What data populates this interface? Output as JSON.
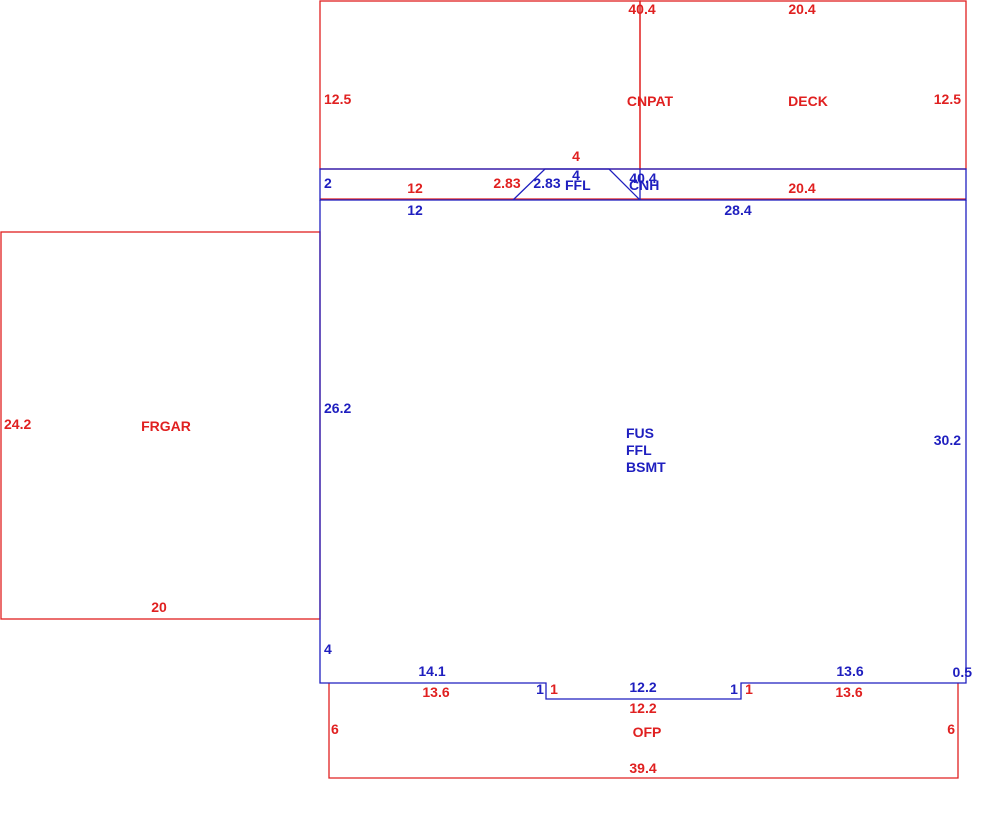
{
  "colors": {
    "red": "#e02020",
    "blue": "#1f1fbf"
  },
  "areas": {
    "cnpat": "CNPAT",
    "deck": "DECK",
    "frgar": "FRGAR",
    "ofp": "OFP",
    "main_line1": "FUS",
    "main_line2": "FFL",
    "main_line3": "BSMT",
    "bay_ffl": "FFL",
    "bay_cnh": "CNH"
  },
  "dimensions": {
    "cnpat_top": "40.4",
    "deck_top": "20.4",
    "cnpat_left": "12.5",
    "deck_right": "12.5",
    "bay_top": "4",
    "bay_top_blue": "4",
    "strip_left": "2",
    "strip_left_segment": "12",
    "bay_slant_left_red": "2.83",
    "bay_slant_left_blue": "2.83",
    "strip_mid_blue": "40.4",
    "strip_right_red": "20.4",
    "main_top_left": "12",
    "main_top_right": "28.4",
    "main_left": "26.2",
    "main_right": "30.2",
    "frgar_left": "24.2",
    "frgar_bottom": "20",
    "main_left_bottom": "4",
    "main_bottom_left": "14.1",
    "main_bottom_right": "13.6",
    "main_bottom_corner": "0.5",
    "ofp_top_left": "13.6",
    "notch_left_blue": "1",
    "notch_left_red": "1",
    "notch_mid_blue": "12.2",
    "notch_mid_red": "12.2",
    "notch_right_blue": "1",
    "notch_right_red": "1",
    "ofp_top_right": "13.6",
    "ofp_left": "6",
    "ofp_right": "6",
    "ofp_bottom": "39.4"
  }
}
